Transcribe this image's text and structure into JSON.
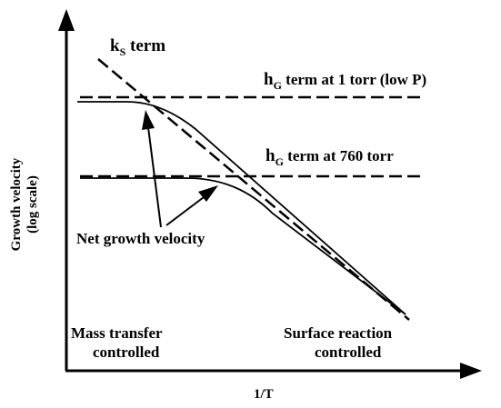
{
  "axes": {
    "x_label": "1/T",
    "y_label_line1": "Growth velocity",
    "y_label_line2": "(log scale)"
  },
  "labels": {
    "ks_main": "k",
    "ks_sub": "S",
    "ks_rest": " term",
    "hg_low_main": "h",
    "hg_low_sub": "G",
    "hg_low_rest": " term at 1 torr (low P)",
    "hg_760_main": "h",
    "hg_760_sub": "G",
    "hg_760_rest": " term at 760 torr",
    "net": "Net growth velocity",
    "mass_line1": "Mass transfer",
    "mass_line2": "controlled",
    "surf_line1": "Surface reaction",
    "surf_line2": "controlled"
  },
  "colors": {
    "ink": "#000000",
    "background": "#ffffff"
  }
}
